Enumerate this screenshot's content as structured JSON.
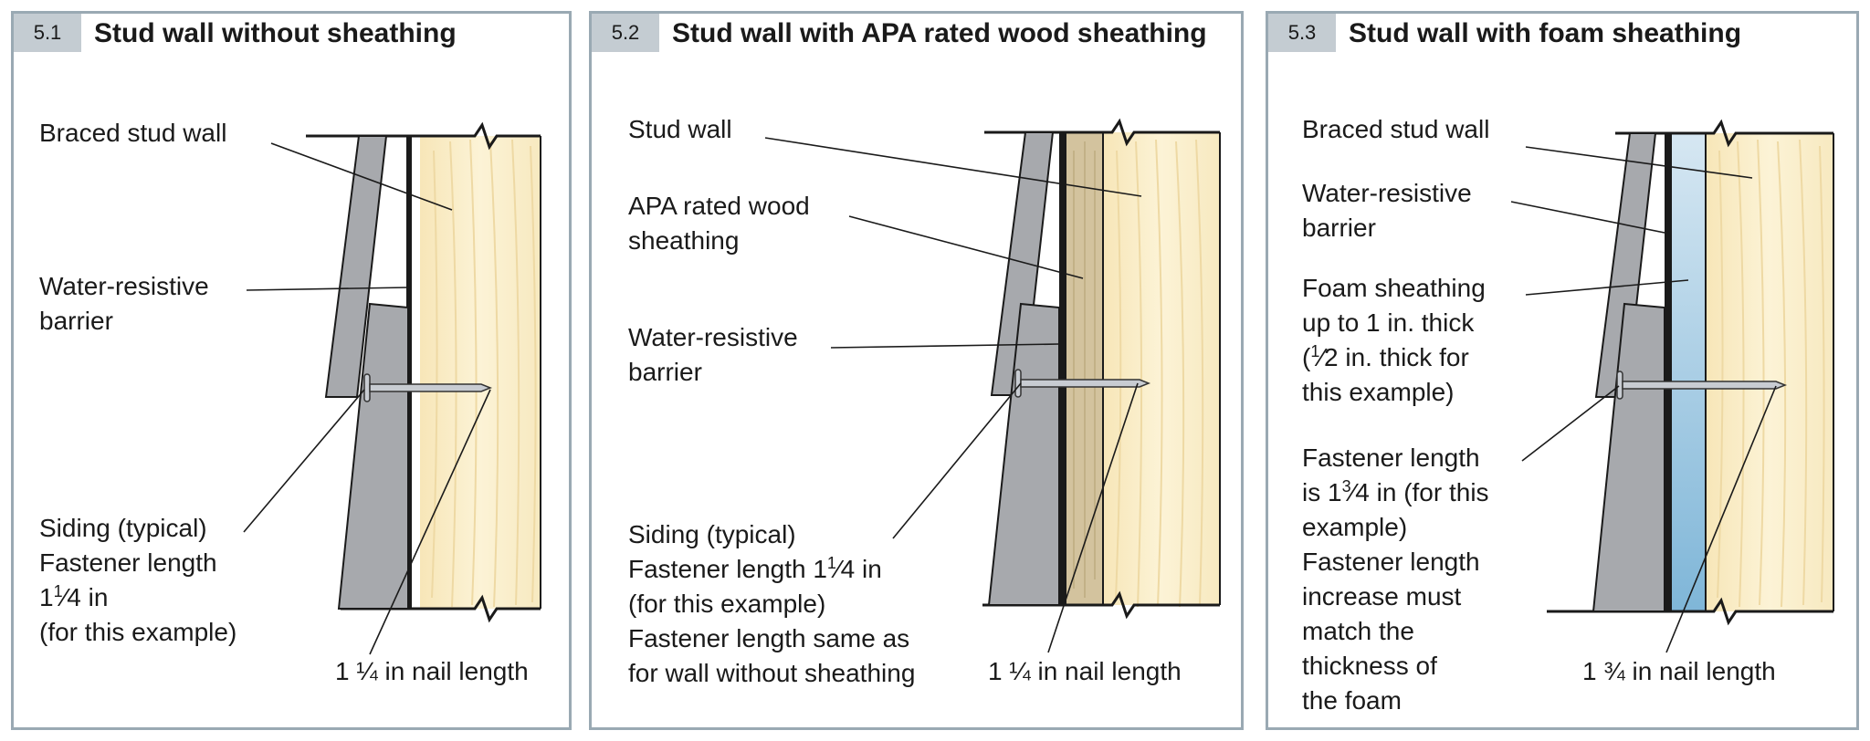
{
  "panels": [
    {
      "number": "5.1",
      "title": "Stud wall without sheathing",
      "labels": {
        "stud": "Braced stud wall",
        "wrb_1": "Water-resistive",
        "wrb_2": "barrier",
        "siding_1": "Siding (typical)",
        "siding_2": "Fastener length",
        "siding_3_whole": "1",
        "siding_3_num": "1",
        "siding_3_den": "4 in",
        "siding_4": "(for this example)",
        "nail": "1 ¼ in nail length"
      }
    },
    {
      "number": "5.2",
      "title": "Stud wall with APA rated wood sheathing",
      "labels": {
        "stud": "Stud wall",
        "sheathing_1": "APA rated wood",
        "sheathing_2": "sheathing",
        "wrb_1": "Water-resistive",
        "wrb_2": "barrier",
        "siding_1": "Siding (typical)",
        "siding_2_pre": "Fastener length 1",
        "siding_2_num": "1",
        "siding_2_den": "4 in",
        "siding_3": "(for this example)",
        "siding_4": "Fastener length same as",
        "siding_5": "for wall without sheathing",
        "nail": "1 ¼ in nail length"
      }
    },
    {
      "number": "5.3",
      "title": "Stud wall with foam sheathing",
      "labels": {
        "stud": "Braced stud wall",
        "wrb_1": "Water-resistive",
        "wrb_2": "barrier",
        "foam_1": "Foam sheathing",
        "foam_2": "up to 1 in. thick",
        "foam_3_open": "(",
        "foam_3_num": "1",
        "foam_3_den": "2 in. thick for",
        "foam_4": "this example)",
        "fastener_1": "Fastener length",
        "fastener_2_pre": "is 1",
        "fastener_2_num": "3",
        "fastener_2_den": "4 in (for this",
        "fastener_3": "example)",
        "fastener_4": "Fastener length",
        "fastener_5": "increase must",
        "fastener_6": "match the",
        "fastener_7": "thickness of",
        "fastener_8": "the foam",
        "nail": "1 ¾ in nail length"
      }
    }
  ],
  "colors": {
    "frame": "#9aa9b3",
    "header": "#c4ccd2",
    "siding": "#a7a9ad",
    "stud": "#faeec9",
    "wood_sheathing": "#d3c39e",
    "foam": "#b3d4e8"
  }
}
